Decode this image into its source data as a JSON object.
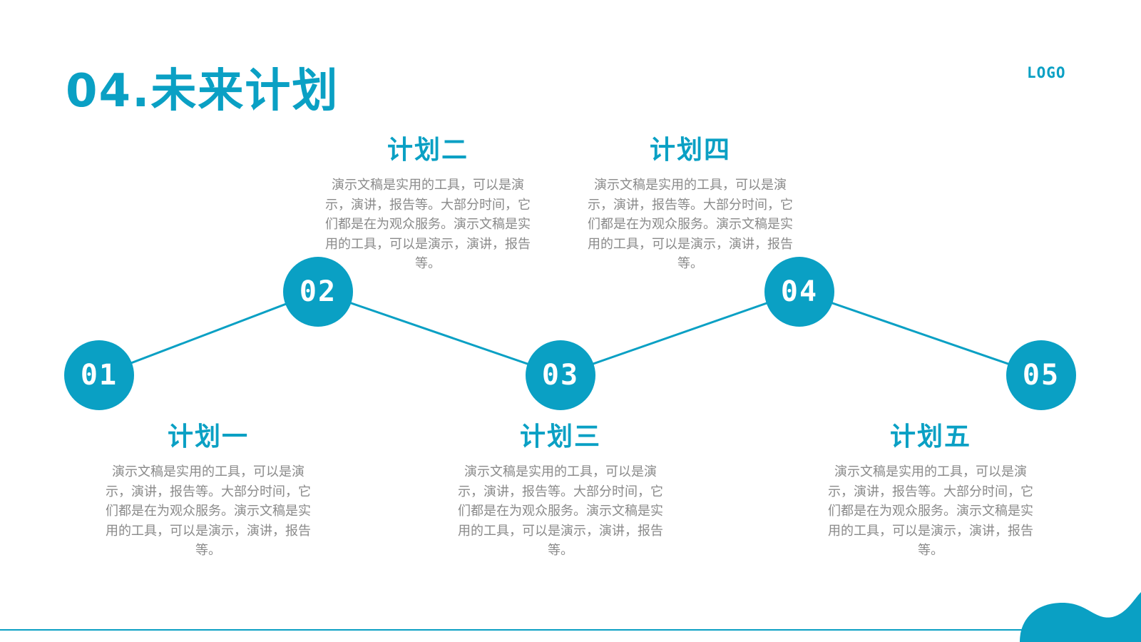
{
  "title": "04.未来计划",
  "logo": "LOGO",
  "accent_color": "#0aa0c4",
  "plans": [
    {
      "number": "01",
      "title": "计划一",
      "body": "演示文稿是实用的工具，可以是演示，演讲，报告等。大部分时间，它们都是在为观众服务。演示文稿是实用的工具，可以是演示，演讲，报告等。"
    },
    {
      "number": "02",
      "title": "计划二",
      "body": "演示文稿是实用的工具，可以是演示，演讲，报告等。大部分时间，它们都是在为观众服务。演示文稿是实用的工具，可以是演示，演讲，报告等。"
    },
    {
      "number": "03",
      "title": "计划三",
      "body": "演示文稿是实用的工具，可以是演示，演讲，报告等。大部分时间，它们都是在为观众服务。演示文稿是实用的工具，可以是演示，演讲，报告等。"
    },
    {
      "number": "04",
      "title": "计划四",
      "body": "演示文稿是实用的工具，可以是演示，演讲，报告等。大部分时间，它们都是在为观众服务。演示文稿是实用的工具，可以是演示，演讲，报告等。"
    },
    {
      "number": "05",
      "title": "计划五",
      "body": "演示文稿是实用的工具，可以是演示，演讲，报告等。大部分时间，它们都是在为观众服务。演示文稿是实用的工具，可以是演示，演讲，报告等。"
    }
  ]
}
